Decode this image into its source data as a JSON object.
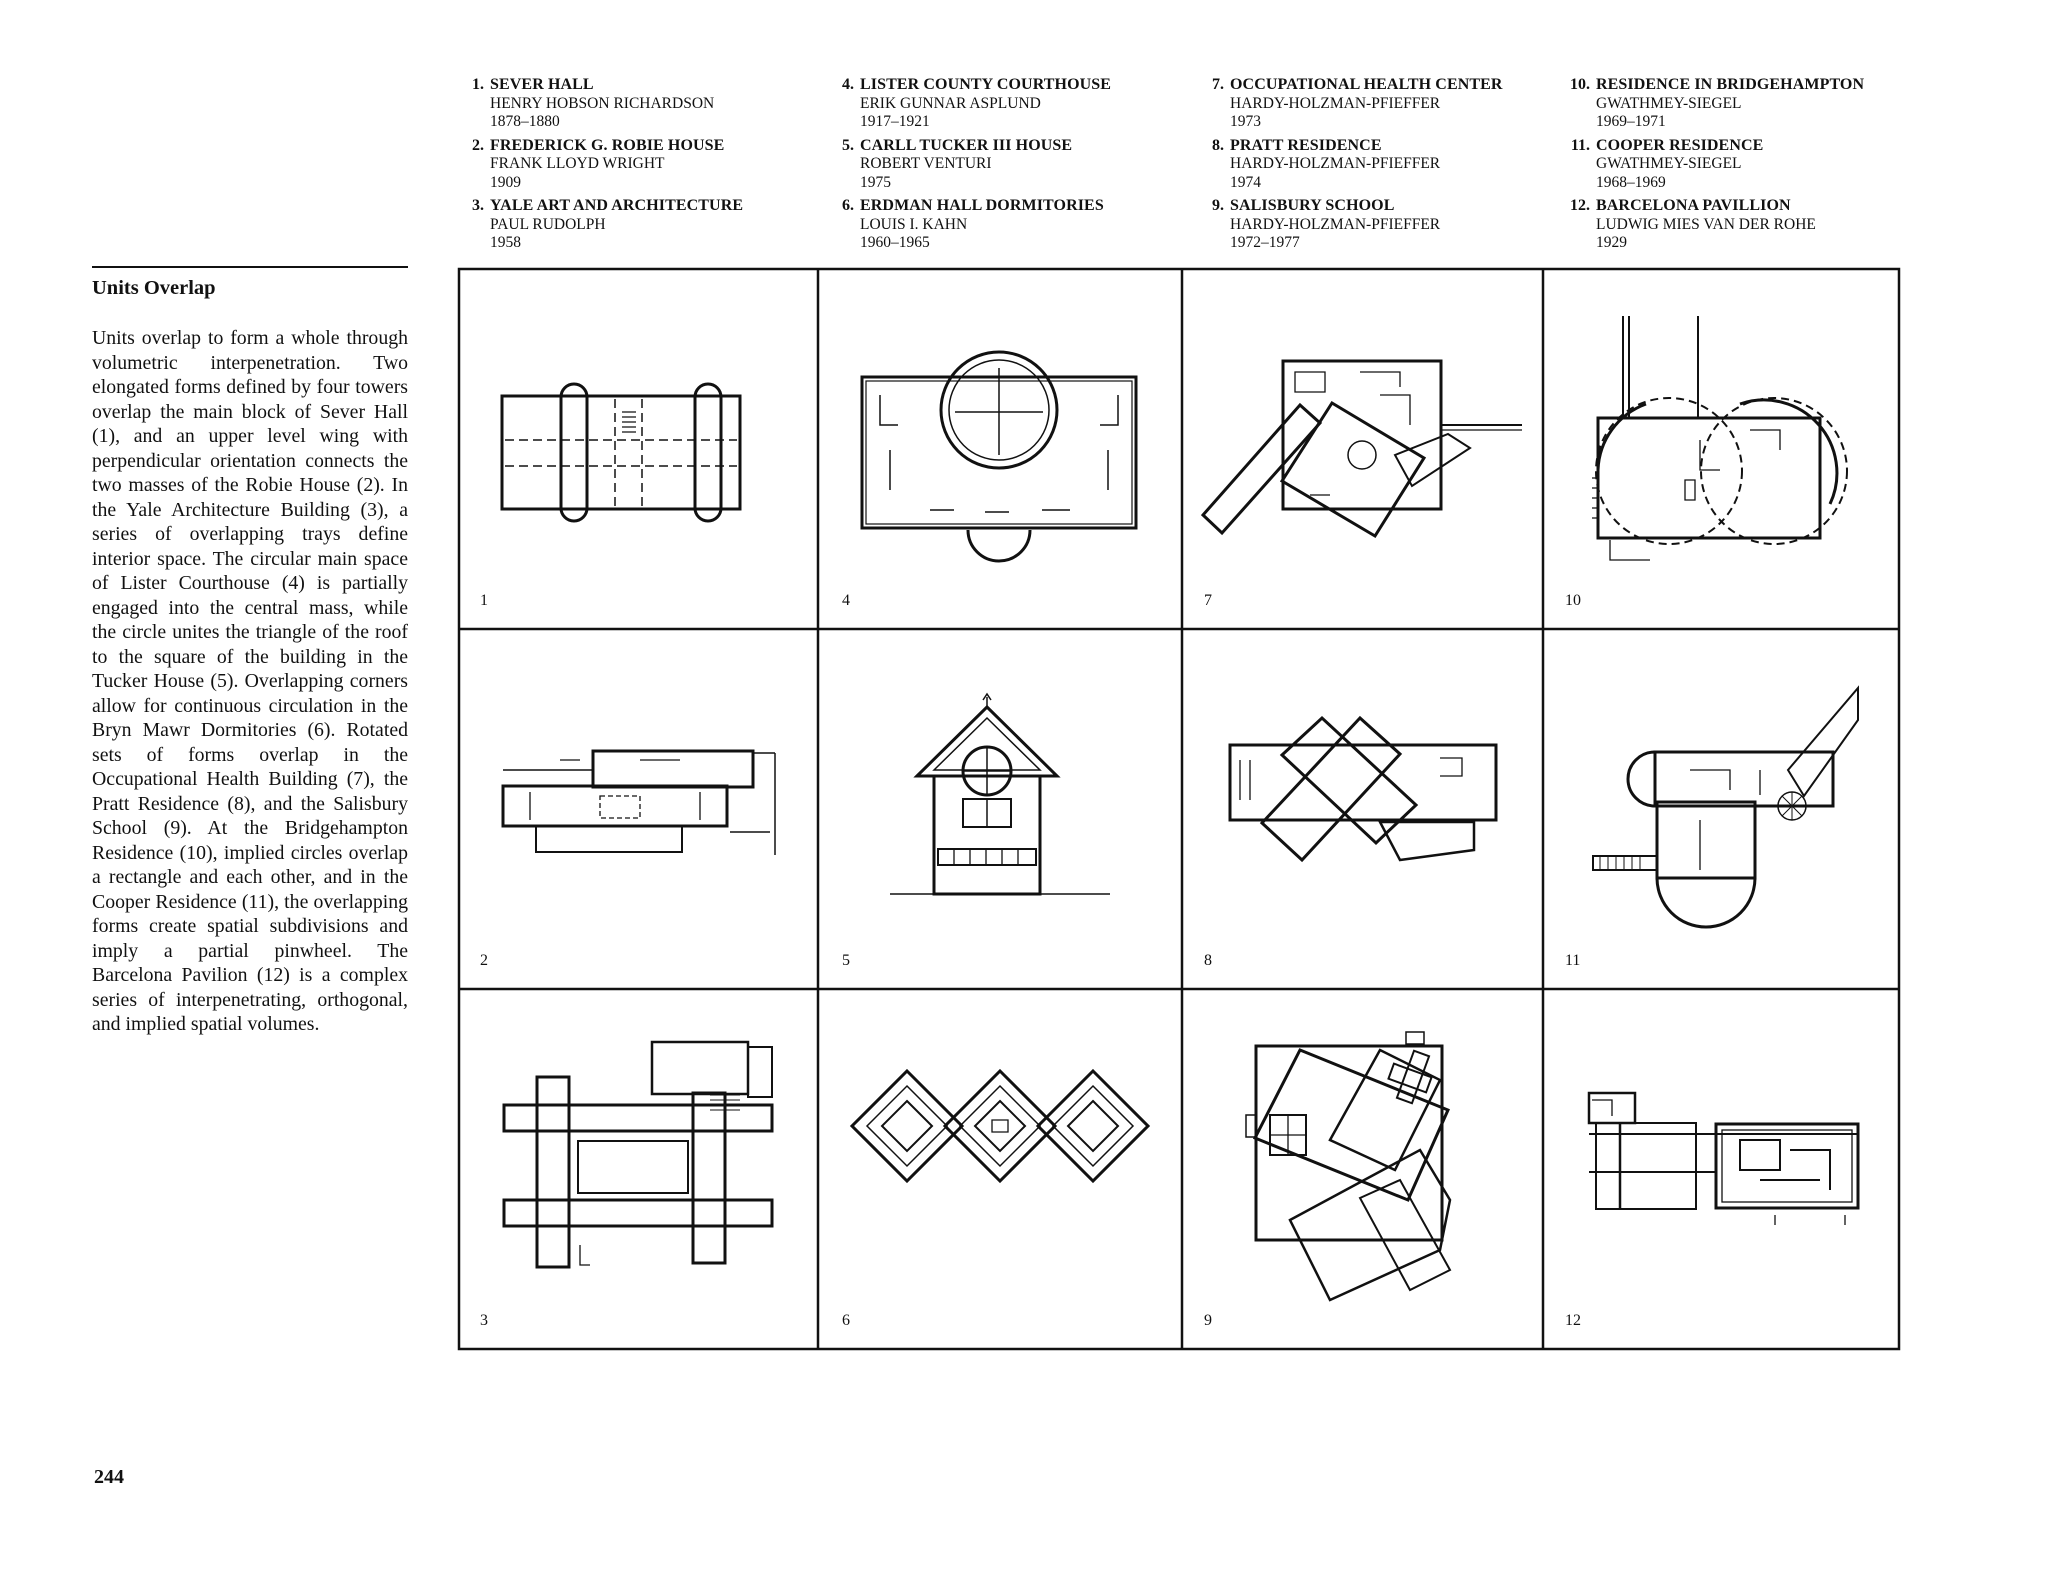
{
  "legend": [
    {
      "number": "1.",
      "title": "SEVER HALL",
      "architect": "HENRY HOBSON RICHARDSON",
      "years": "1878–1880"
    },
    {
      "number": "2.",
      "title": "FREDERICK G. ROBIE HOUSE",
      "architect": "FRANK LLOYD WRIGHT",
      "years": "1909"
    },
    {
      "number": "3.",
      "title": "YALE ART AND ARCHITECTURE",
      "architect": "PAUL RUDOLPH",
      "years": "1958"
    },
    {
      "number": "4.",
      "title": "LISTER COUNTY COURTHOUSE",
      "architect": "ERIK GUNNAR ASPLUND",
      "years": "1917–1921"
    },
    {
      "number": "5.",
      "title": "CARLL TUCKER III HOUSE",
      "architect": "ROBERT VENTURI",
      "years": "1975"
    },
    {
      "number": "6.",
      "title": "ERDMAN HALL DORMITORIES",
      "architect": "LOUIS I. KAHN",
      "years": "1960–1965"
    },
    {
      "number": "7.",
      "title": "OCCUPATIONAL HEALTH CENTER",
      "architect": "HARDY-HOLZMAN-PFIEFFER",
      "years": "1973"
    },
    {
      "number": "8.",
      "title": "PRATT RESIDENCE",
      "architect": "HARDY-HOLZMAN-PFIEFFER",
      "years": "1974"
    },
    {
      "number": "9.",
      "title": "SALISBURY SCHOOL",
      "architect": "HARDY-HOLZMAN-PFIEFFER",
      "years": "1972–1977"
    },
    {
      "number": "10.",
      "title": "RESIDENCE IN BRIDGEHAMPTON",
      "architect": "GWATHMEY-SIEGEL",
      "years": "1969–1971"
    },
    {
      "number": "11.",
      "title": "COOPER RESIDENCE",
      "architect": "GWATHMEY-SIEGEL",
      "years": "1968–1969"
    },
    {
      "number": "12.",
      "title": "BARCELONA PAVILLION",
      "architect": "LUDWIG MIES VAN DER ROHE",
      "years": "1929"
    }
  ],
  "side": {
    "heading": "Units Overlap",
    "body": "Units overlap to form a whole through volumetric interpenetration. Two elongated forms defined by four towers overlap the main block of Sever Hall (1), and an upper level wing with perpendicular orientation connects the two masses of the Robie House (2). In the Yale Architecture Building (3), a series of overlapping trays define interior space. The circular main space of Lister Courthouse (4) is partially engaged into the central mass, while the circle unites the triangle of the roof to the square of the building in the Tucker House (5). Overlapping corners allow for continuous circulation in the Bryn Mawr Dormitories (6). Rotated sets of forms overlap in the Occupational Health Building (7), the Pratt Residence (8), and the Salisbury School (9). At the Bridgehampton Residence (10), implied circles overlap a rectangle and each other, and in the Cooper Residence (11), the overlapping forms create spatial subdivisions and imply a partial pinwheel. The Barcelona Pavilion (12) is a complex series of interpenetrating, orthogonal, and implied spatial volumes."
  },
  "cells": [
    {
      "label": "1"
    },
    {
      "label": "4"
    },
    {
      "label": "7"
    },
    {
      "label": "10"
    },
    {
      "label": "2"
    },
    {
      "label": "5"
    },
    {
      "label": "8"
    },
    {
      "label": "11"
    },
    {
      "label": "3"
    },
    {
      "label": "6"
    },
    {
      "label": "9"
    },
    {
      "label": "12"
    }
  ],
  "page_number": "244"
}
